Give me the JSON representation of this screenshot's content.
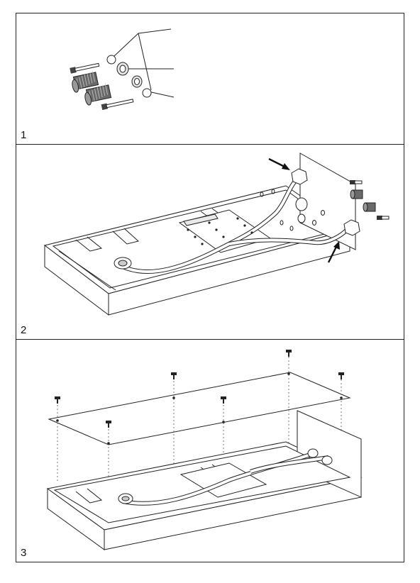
{
  "steps": [
    {
      "number": "1"
    },
    {
      "number": "2"
    },
    {
      "number": "3"
    }
  ],
  "colors": {
    "line": "#222222",
    "part_fill": "#ffffff",
    "thread_fill": "#555555",
    "shadow": "#e9e9e9",
    "faint_text": "#d8d8d8"
  },
  "icons": {
    "arrow": "direction-arrow-icon",
    "screw": "screw-icon",
    "nut": "nut-icon"
  }
}
